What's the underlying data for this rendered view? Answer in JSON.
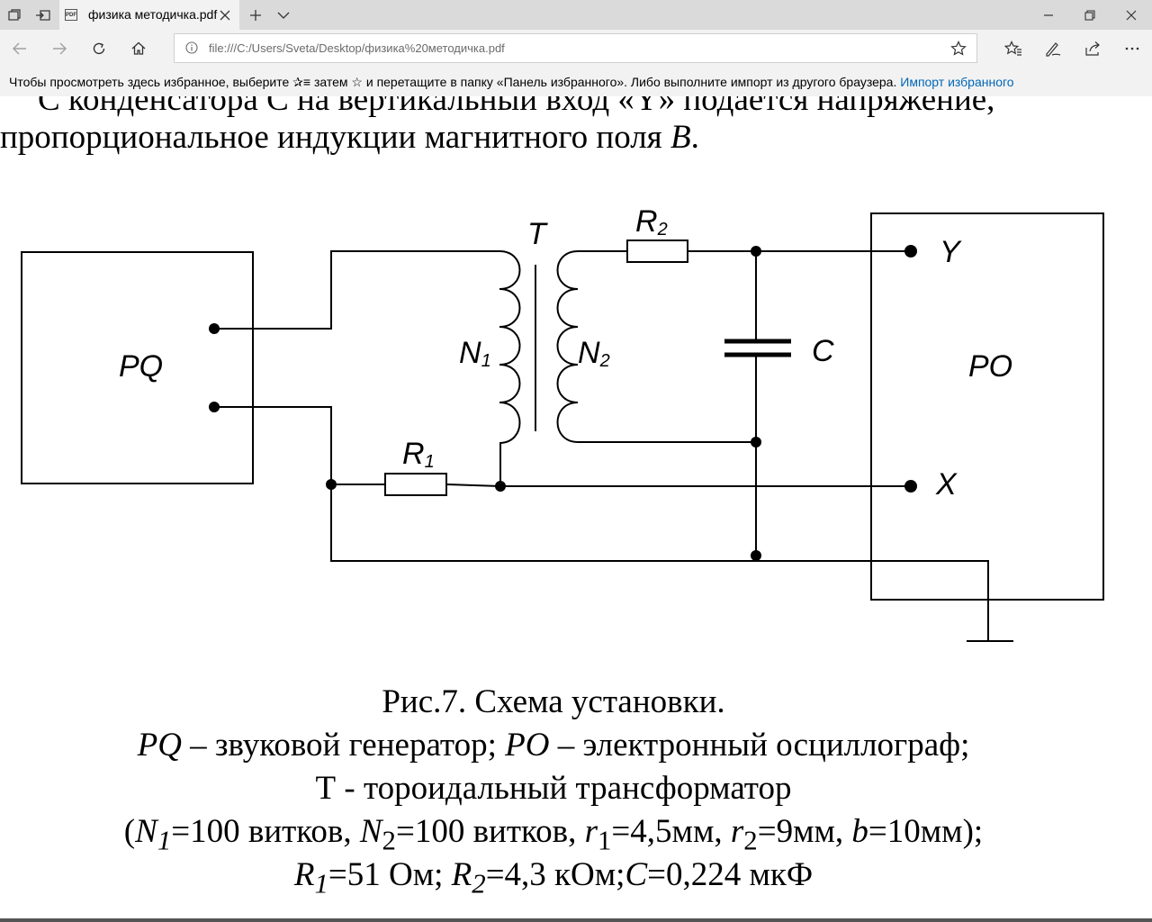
{
  "browser": {
    "tab_title": "физика методичка.pdf",
    "address": "file:///C:/Users/Sveta/Desktop/физика%20методичка.pdf",
    "favorites_bar": {
      "text_1": "Чтобы просмотреть здесь избранное, выберите",
      "text_2": "затем",
      "text_3": "и перетащите в папку «Панель избранного». Либо выполните импорт из другого браузера.",
      "link": "Импорт избранного"
    },
    "icons": [
      "tabs-icon",
      "set-aside-icon",
      "pdf-icon",
      "close-icon",
      "new-tab-icon",
      "chevron-down-icon",
      "minimize-icon",
      "restore-icon",
      "back-icon",
      "forward-icon",
      "refresh-icon",
      "home-icon",
      "info-icon",
      "star-icon",
      "favorites-icon",
      "pen-icon",
      "share-icon",
      "more-icon"
    ]
  },
  "document": {
    "line_top": "С конденсатора С на вертикальный вход «Y» подается напряжение,",
    "line_1": "пропорциональное индукции магнитного поля",
    "line_1_var": "B",
    "line_1_end": ".",
    "diagram": {
      "pq": "PQ",
      "po": "PO",
      "t": "T",
      "r": "R",
      "r1_sub": "1",
      "r2_sub": "2",
      "n": "N",
      "n1_sub": "1",
      "n2_sub": "2",
      "c": "C",
      "y": "Y",
      "x": "X"
    },
    "caption": {
      "title": "Рис.7. Схема установки.",
      "l2_pq": "PQ",
      "l2_a": " – звуковой генератор; ",
      "l2_po": "PO",
      "l2_b": " – электронный осциллограф;",
      "l3": "Т - тороидальный трансформатор",
      "l4_open": "(",
      "l4_n": "N",
      "l4_n1_sub": "1",
      "l4_n1_val": "=100 витков, ",
      "l4_n2_sub": "2",
      "l4_n2_val": "=100 витков, ",
      "l4_r": "r",
      "l4_r1_sub": "1",
      "l4_r1_val": "=4,5мм, ",
      "l4_r2_sub": "2",
      "l4_r2_val": "=9мм, ",
      "l4_b": "b",
      "l4_b_val": "=10мм);",
      "l5_r": "R",
      "l5_r1_sub": "1",
      "l5_r1_val": "=51 Ом; ",
      "l5_r2_sub": "2",
      "l5_r2_val": "=4,3 кОм;",
      "l5_c": "C",
      "l5_c_val": "=0,224 мкФ"
    }
  }
}
